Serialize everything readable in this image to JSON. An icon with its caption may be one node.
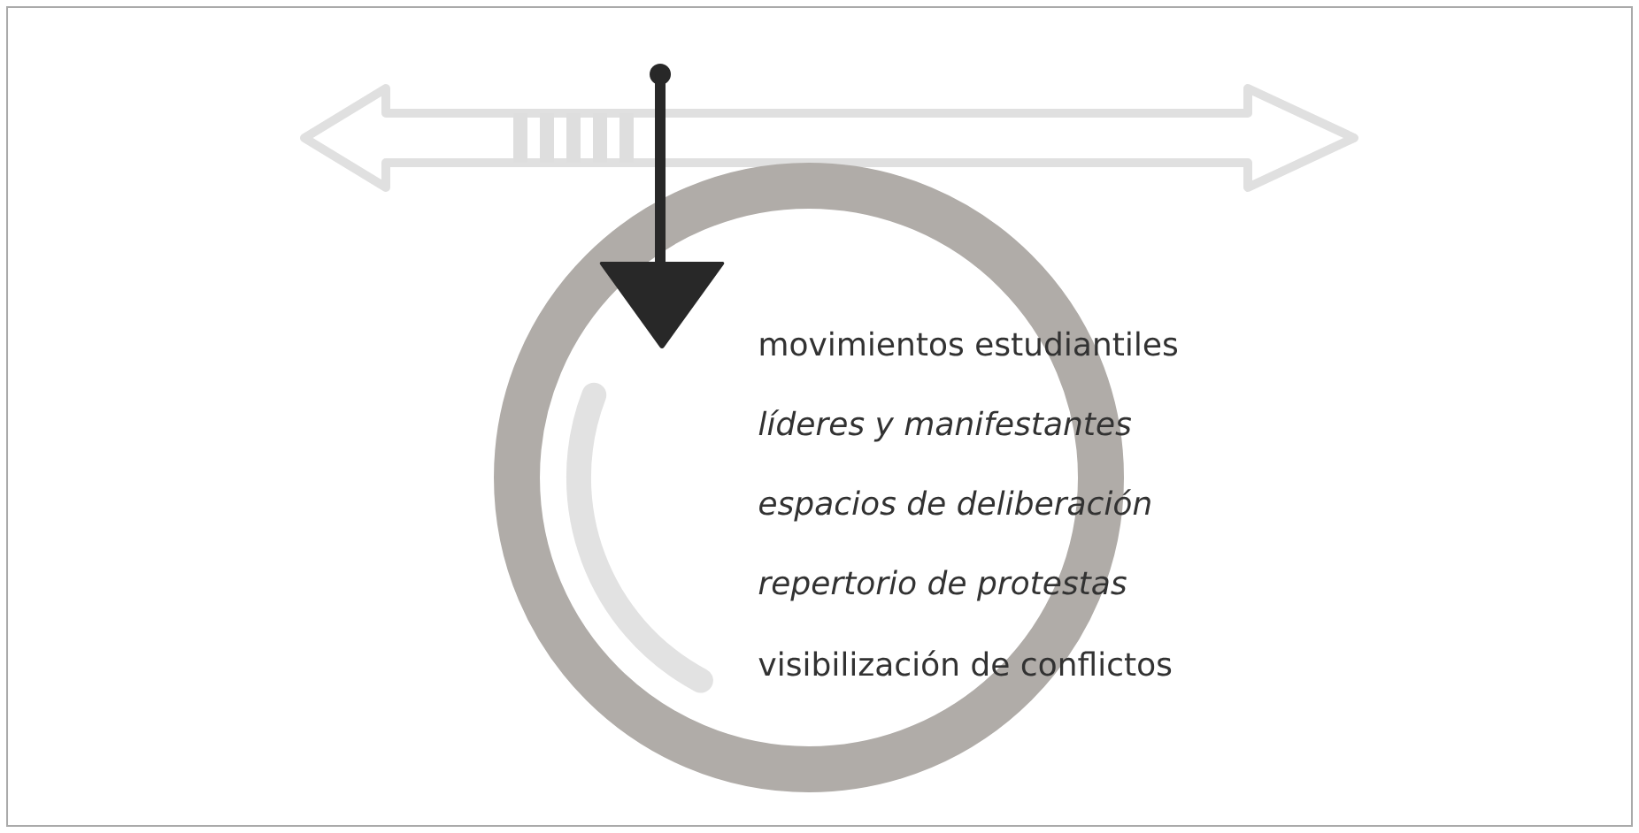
{
  "diagram": {
    "labels": [
      "movimientos estudiantiles",
      "líderes y manifestantes",
      "espacios de deliberación",
      "repertorio de protestas",
      "visibilización de conflictos"
    ]
  }
}
